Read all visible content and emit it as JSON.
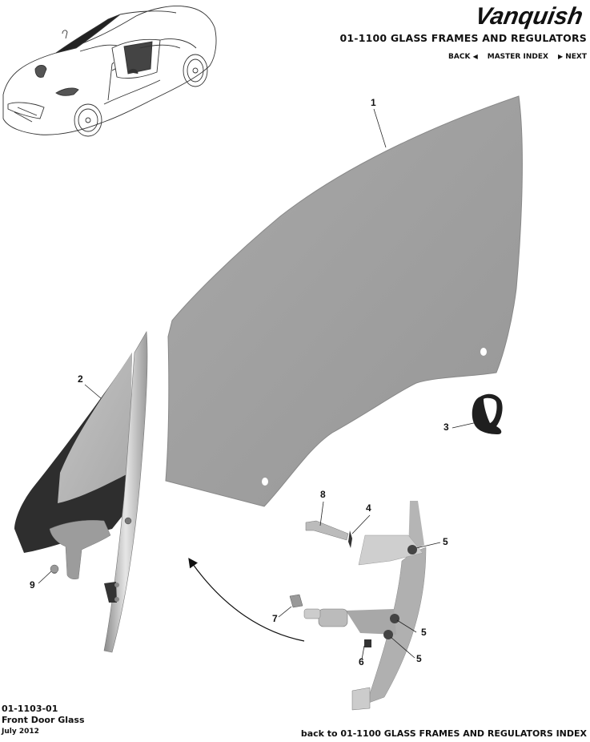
{
  "header": {
    "brand": "Vanquish",
    "section_title": "01-1100 GLASS FRAMES AND REGULATORS",
    "nav": {
      "back_label": "BACK",
      "back_icon": "triangle-left-icon",
      "master_index_label": "MASTER INDEX",
      "next_icon": "triangle-right-icon",
      "next_label": "NEXT"
    }
  },
  "diagram": {
    "overview_image": "car-isometric-line-drawing",
    "colors": {
      "glass": "#a0a0a0",
      "glass_dark": "#2e2e2e",
      "metal": "#b8b8b8",
      "line": "#222222"
    },
    "callouts": [
      {
        "id": "1",
        "label": "1"
      },
      {
        "id": "2",
        "label": "2"
      },
      {
        "id": "3",
        "label": "3"
      },
      {
        "id": "4",
        "label": "4"
      },
      {
        "id": "5a",
        "label": "5"
      },
      {
        "id": "5b",
        "label": "5"
      },
      {
        "id": "5c",
        "label": "5"
      },
      {
        "id": "6",
        "label": "6"
      },
      {
        "id": "7",
        "label": "7"
      },
      {
        "id": "8",
        "label": "8"
      },
      {
        "id": "9",
        "label": "9"
      }
    ]
  },
  "footer": {
    "part_code": "01-1103-01",
    "part_name": "Front Door Glass",
    "date": "July 2012",
    "index_link": "back to 01-1100 GLASS FRAMES AND REGULATORS INDEX"
  }
}
